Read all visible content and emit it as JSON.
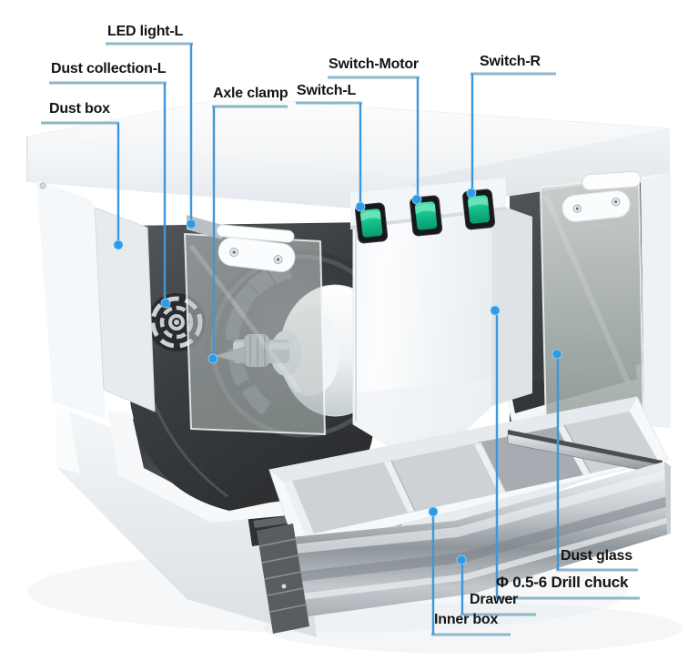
{
  "diagram_type": "annotated-product-diagram",
  "product": "dental polishing lathe (cutaway illustration)",
  "labels": [
    {
      "id": "led-light-l",
      "text": "LED light-L"
    },
    {
      "id": "dust-collection-l",
      "text": "Dust collection-L"
    },
    {
      "id": "dust-box",
      "text": "Dust box"
    },
    {
      "id": "axle-clamp",
      "text": "Axle clamp"
    },
    {
      "id": "switch-l",
      "text": "Switch-L"
    },
    {
      "id": "switch-motor",
      "text": "Switch-Motor"
    },
    {
      "id": "switch-r",
      "text": "Switch-R"
    },
    {
      "id": "dust-glass",
      "text": "Dust glass"
    },
    {
      "id": "drill-chuck",
      "text": "Φ 0.5-6 Drill chuck"
    },
    {
      "id": "drawer",
      "text": "Drawer"
    },
    {
      "id": "inner-box",
      "text": "Inner box"
    }
  ],
  "colors": {
    "text": "#141414",
    "underline": "#8fb5c8",
    "leader": "#3e97dc",
    "dot": "#2e9be8",
    "switch_green": "#17c08f",
    "machine_white": "#f7f9fa",
    "chamber_dark": "#3a3d40",
    "background": "#ffffff"
  }
}
